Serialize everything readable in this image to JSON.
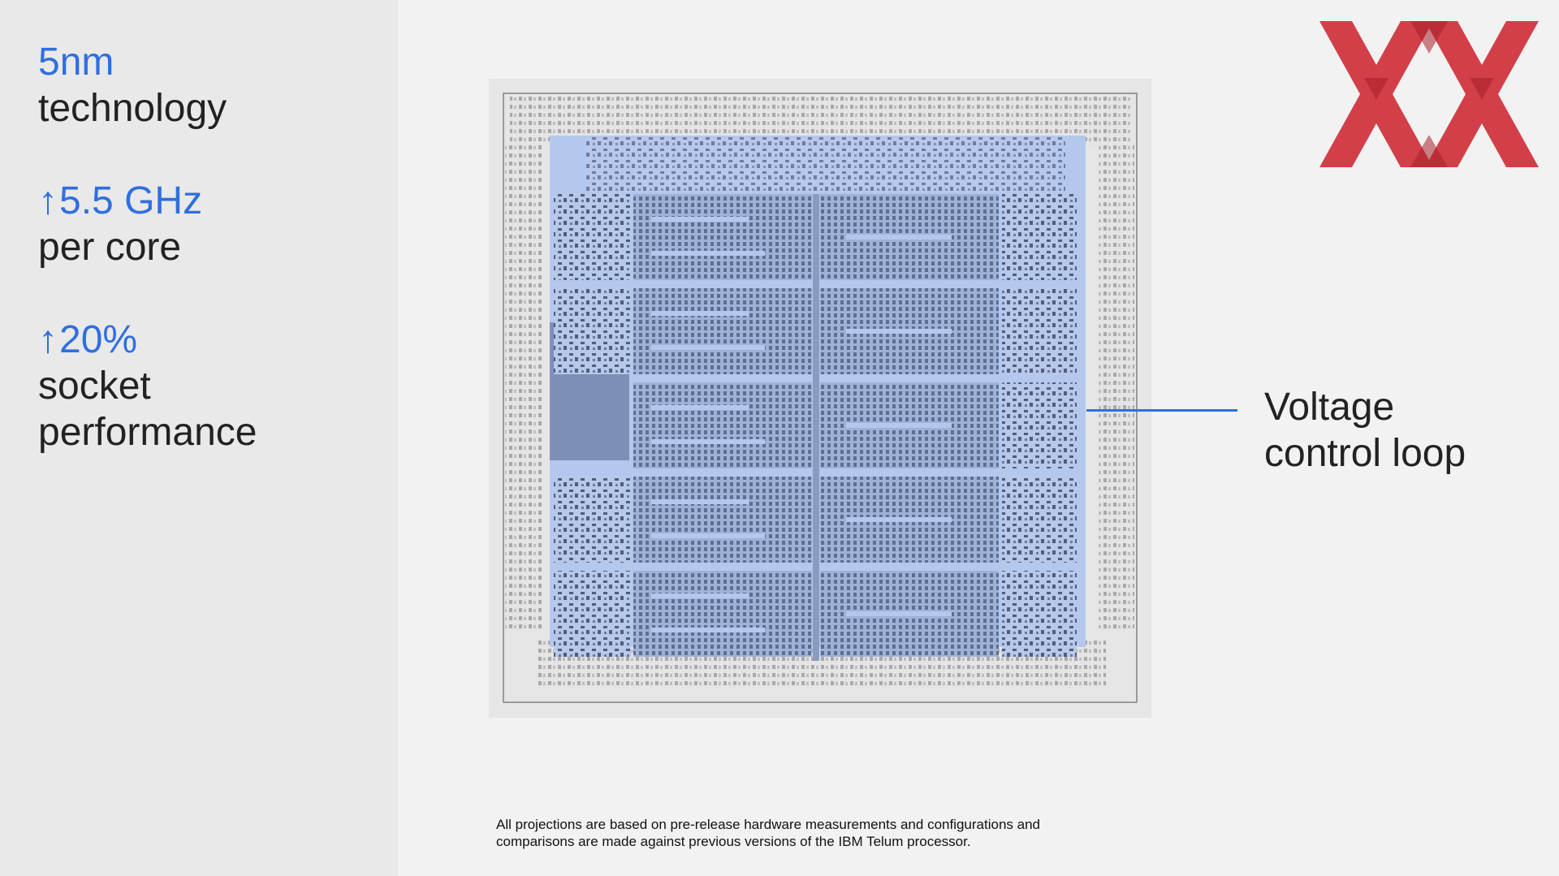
{
  "stats": [
    {
      "value": "5nm",
      "arrow": "",
      "label_lines": [
        "technology"
      ]
    },
    {
      "value": "5.5 GHz",
      "arrow": "↑",
      "label_lines": [
        "per core"
      ]
    },
    {
      "value": "20%",
      "arrow": "↑",
      "label_lines": [
        "socket",
        "performance"
      ]
    }
  ],
  "callout": {
    "label_line1": "Voltage",
    "label_line2": "control loop"
  },
  "footnote": {
    "line1": "All projections are based on pre-release hardware measurements and configurations and",
    "line2": "comparisons are made against previous versions of the IBM Telum processor."
  },
  "colors": {
    "accent_blue": "#2f6fe0",
    "logo_red": "#d0303a",
    "sidebar_bg": "#e9e9e9",
    "page_bg": "#f2f2f2",
    "die_highlight": "#b4c8ee"
  },
  "icons": {
    "logo": "xx-logo",
    "arrow": "up-arrow-icon"
  }
}
